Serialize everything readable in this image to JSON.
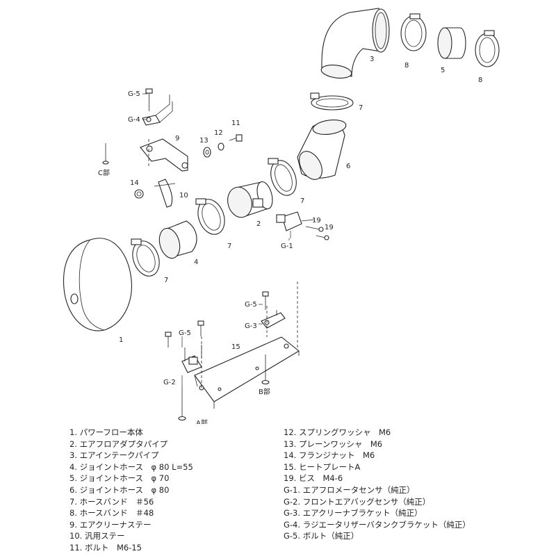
{
  "diagram": {
    "callouts": {
      "n1": "1",
      "n2": "2",
      "n3": "3",
      "n4": "4",
      "n5": "5",
      "n6": "6",
      "n7a": "7",
      "n7b": "7",
      "n7c": "7",
      "n7d": "7",
      "n8a": "8",
      "n8b": "8",
      "n9": "9",
      "n10": "10",
      "n11": "11",
      "n12": "12",
      "n13": "13",
      "n14": "14",
      "n15": "15",
      "n19a": "19",
      "n19b": "19",
      "g1": "G-1",
      "g2": "G-2",
      "g3": "G-3",
      "g4": "G-4",
      "g5a": "G-5",
      "g5b": "G-5",
      "g5c": "G-5",
      "section_a": "A部",
      "section_b": "B部",
      "section_c": "C部"
    }
  },
  "legend": {
    "left": [
      "1. パワーフロー本体",
      "2. エアフロアダプタパイプ",
      "3. エアインテークパイプ",
      "4. ジョイントホース　φ 80 L=55",
      "5. ジョイントホース　φ 70",
      "6. ジョイントホース　φ 80",
      "7. ホースバンド　＃56",
      "8. ホースバンド　＃48",
      "9. エアクリーナステー",
      "10. 汎用ステー",
      "11. ボルト　M6-15"
    ],
    "right": [
      "12. スプリングワッシャ　M6",
      "13. プレーンワッシャ　M6",
      "14. フランジナット　M6",
      "15. ヒートプレートA",
      "19. ビス　M4-6",
      "G-1. エアフロメータセンサ（純正）",
      "G-2. フロントエアバッグセンサ（純正）",
      "G-3. エアクリーナブラケット（純正）",
      "G-4. ラジエータリザーバタンクブラケット（純正）",
      "G-5. ボルト（純正）"
    ]
  }
}
